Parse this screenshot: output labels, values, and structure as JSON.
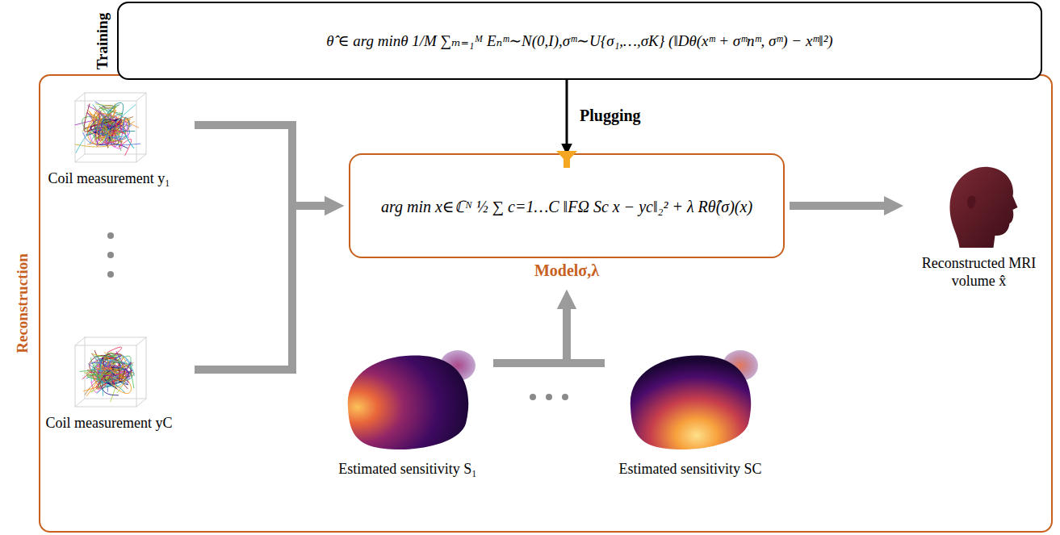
{
  "diagram": {
    "nodes": [
      {
        "text": [
          "Training",
          "θ̂ ∈ arg minθ 1/M ∑ₘ₌₁ᴹ Eₙᵐ∼N(0,I),σᵐ∼U{σ₁,…,σK} (‖Dθ(xᵐ + σᵐnᵐ, σᵐ) − xᵐ‖²)"
        ]
      },
      {
        "text": [
          "Reconstruction"
        ]
      },
      {
        "text": [
          "arg min x∈ℂᴺ ½ ∑ c=1…C ‖FΩ Sc x − yc‖₂² + λ Rθ̂(σ)(x)",
          "Modelσ,λ"
        ],
        "in": 1
      },
      {
        "text": [
          "Coil measurement y₁"
        ],
        "in": 1
      },
      {
        "text": [
          "Coil measurement yC"
        ],
        "in": 1
      },
      {
        "text": [
          "Reconstructed MRI volume x̂"
        ],
        "in": 1
      },
      {
        "text": [
          "Estimated sensitivity S₁"
        ],
        "in": 1
      },
      {
        "text": [
          "Estimated sensitivity SC"
        ],
        "in": 1
      }
    ],
    "edges": [
      {
        "from": 0,
        "to": 2,
        "label": "Plugging",
        "arrow": "to"
      },
      {
        "from": 3,
        "to": 2,
        "arrow": "to"
      },
      {
        "from": 4,
        "to": 2,
        "arrow": "to"
      },
      {
        "from": 2,
        "to": 5,
        "arrow": "to"
      },
      {
        "from": 6,
        "to": 2,
        "arrow": "to"
      },
      {
        "from": 7,
        "to": 2,
        "arrow": "to"
      }
    ]
  }
}
